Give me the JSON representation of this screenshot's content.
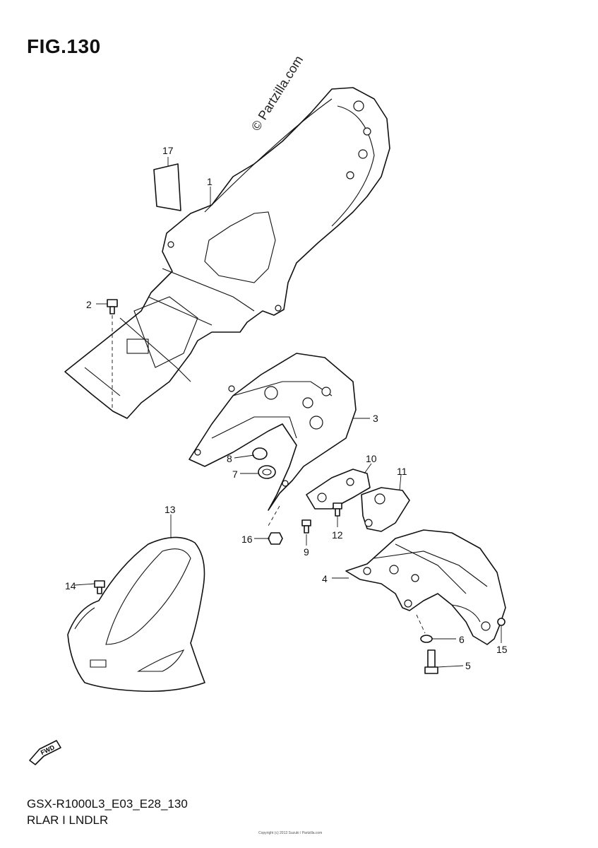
{
  "figure": {
    "title": "FIG.130",
    "watermark": "© Partzilla.com",
    "model_code": "GSX-R1000L3_E03_E28_130",
    "section_name": "RLAR I LNDLR",
    "fwd_label": "FWD",
    "copyright": "Copyright (c) 2013 Suzuki / Partzilla.com"
  },
  "callouts": [
    {
      "id": "17",
      "label": "17"
    },
    {
      "id": "1",
      "label": "1"
    },
    {
      "id": "2",
      "label": "2"
    },
    {
      "id": "3",
      "label": "3"
    },
    {
      "id": "8",
      "label": "8"
    },
    {
      "id": "7",
      "label": "7"
    },
    {
      "id": "10",
      "label": "10"
    },
    {
      "id": "11",
      "label": "11"
    },
    {
      "id": "12",
      "label": "12"
    },
    {
      "id": "16",
      "label": "16"
    },
    {
      "id": "9",
      "label": "9"
    },
    {
      "id": "13",
      "label": "13"
    },
    {
      "id": "14",
      "label": "14"
    },
    {
      "id": "4",
      "label": "4"
    },
    {
      "id": "6",
      "label": "6"
    },
    {
      "id": "15",
      "label": "15"
    },
    {
      "id": "5",
      "label": "5"
    }
  ]
}
